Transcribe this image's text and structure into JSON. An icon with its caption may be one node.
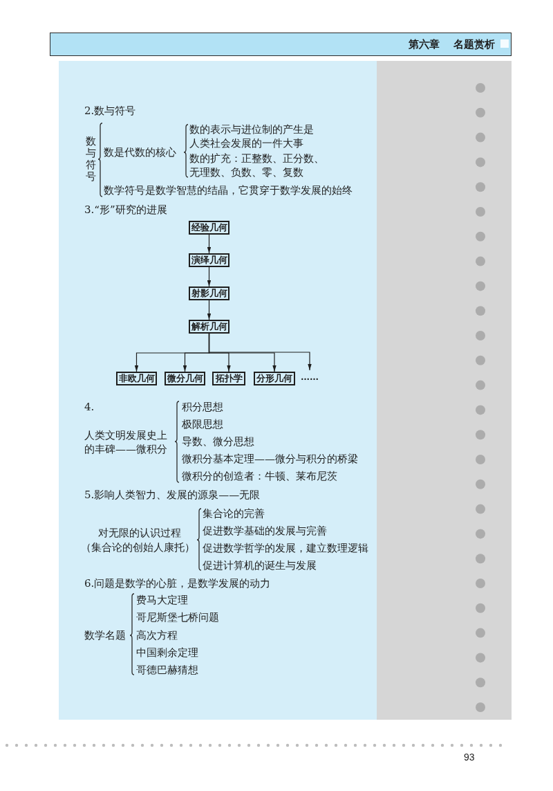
{
  "diagram": {
    "nodes": [
      {
        "text": [
          "经验几何"
        ]
      },
      {
        "text": [
          "演绎几何"
        ]
      },
      {
        "text": [
          "射影几何"
        ]
      },
      {
        "text": [
          "解析几何"
        ]
      },
      {
        "text": [
          "非欧几何"
        ]
      },
      {
        "text": [
          "微分几何"
        ]
      },
      {
        "text": [
          "拓扑学"
        ]
      },
      {
        "text": [
          "分形几何"
        ]
      },
      {
        "text": [
          "……"
        ]
      }
    ],
    "edges": [
      {
        "from": 0,
        "to": 1,
        "arrow": "to"
      },
      {
        "from": 1,
        "to": 2,
        "arrow": "to"
      },
      {
        "from": 2,
        "to": 3,
        "arrow": "to"
      },
      {
        "from": 3,
        "to": 4,
        "arrow": "to"
      },
      {
        "from": 3,
        "to": 5,
        "arrow": "to"
      },
      {
        "from": 3,
        "to": 6,
        "arrow": "to"
      },
      {
        "from": 3,
        "to": 7,
        "arrow": "to"
      },
      {
        "from": 3,
        "to": 8,
        "arrow": "to"
      }
    ],
    "labels": [
      "第六章",
      "名题赏析",
      "2.数与符号",
      "数与符号",
      "数是代数的核心",
      "数的表示与进位制的产生是人类社会发展的一件大事",
      "数的扩充：正整数、正分数、无理数、负数、零、复数",
      "数学符号是数学智慧的结晶，它贯穿于数学发展的始终",
      "3.“形”研究的进展",
      "4.",
      "人类文明发展史上的丰碑——微积分",
      "积分思想",
      "极限思想",
      "导数、微分思想",
      "微积分基本定理——微分与积分的桥梁",
      "微积分的创造者：牛顿、莱布尼茨",
      "5.影响人类智力、发展的源泉——无限",
      "对无限的认识过程",
      "（集合论的创始人康托）",
      "集合论的完善",
      "促进数学基础的发展与完善",
      "促进数学哲学的发展，建立数理逻辑",
      "促进计算机的诞生与发展",
      "6.问题是数学的心脏，是数学发展的动力",
      "数学名题",
      "费马大定理",
      "哥尼斯堡七桥问题",
      "高次方程",
      "中国剩余定理",
      "哥德巴赫猜想",
      "93"
    ]
  }
}
